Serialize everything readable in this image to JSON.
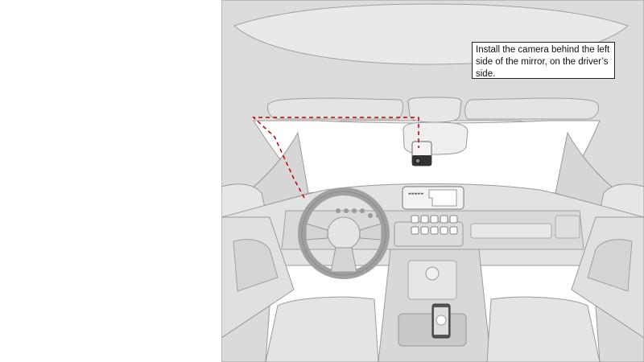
{
  "callout": {
    "text": "Install the camera behind the left side of the mirror, on the driver’s side."
  },
  "screen": {
    "label": "▰▰▰▰▰"
  },
  "colors": {
    "interior": "#dcdcdc",
    "interior_light": "#e8e8e8",
    "outline": "#9a9a9a",
    "cable": "#c00000",
    "camera": "#333333"
  },
  "icons": [
    "windshield",
    "rear-view-mirror",
    "dash-camera",
    "steering-wheel",
    "infotainment-screen",
    "phone"
  ]
}
